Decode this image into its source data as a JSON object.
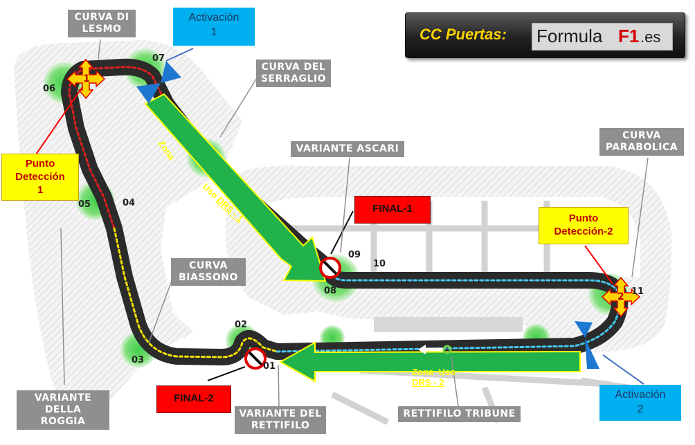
{
  "corner_labels": {
    "lesmo": [
      "CURVA DI",
      "LESMO"
    ],
    "serraglio": [
      "CURVA DEL",
      "SERRAGLIO"
    ],
    "ascari": [
      "VARIANTE ASCARI"
    ],
    "parabolica": [
      "CURVA",
      "PARABOLICA"
    ],
    "biassono": [
      "CURVA",
      "BIASSONO"
    ],
    "roggia": [
      "VARIANTE",
      "DELLA ROGGIA"
    ],
    "rettifilo": [
      "VARIANTE DEL",
      "RETTIFILO"
    ],
    "tribune": [
      "RETTIFILO TRIBUNE"
    ]
  },
  "corner_numbers": [
    "01",
    "02",
    "03",
    "04",
    "05",
    "06",
    "07",
    "08",
    "09",
    "10",
    "11"
  ],
  "annotations": {
    "activation1": [
      "Activación",
      "1"
    ],
    "activation2": [
      "Activación",
      "2"
    ],
    "detection1": [
      "Punto",
      "Detección",
      "1"
    ],
    "detection2": [
      "Punto",
      "Detección-2"
    ],
    "final1": "FINAL-1",
    "final2": "FINAL-2",
    "marker1": "1",
    "marker2": "2"
  },
  "drs_zones": {
    "zone1_line1": "Zona",
    "zone1_line2a": "Uso",
    "zone1_line2b": "DRS - 1",
    "zone2a": "Zona  Uso",
    "zone2b": "DRS - 2"
  },
  "brand": {
    "prefix": "CC Puertas:",
    "logo_a": "Formula",
    "logo_b": "F1",
    "logo_c": ".es"
  },
  "colors": {
    "track": "#2b2b2b",
    "drs_arrow": "#22b24c",
    "detection_box": "#ffff00",
    "activation_box": "#00b0f0",
    "final_box": "#ff0000"
  }
}
